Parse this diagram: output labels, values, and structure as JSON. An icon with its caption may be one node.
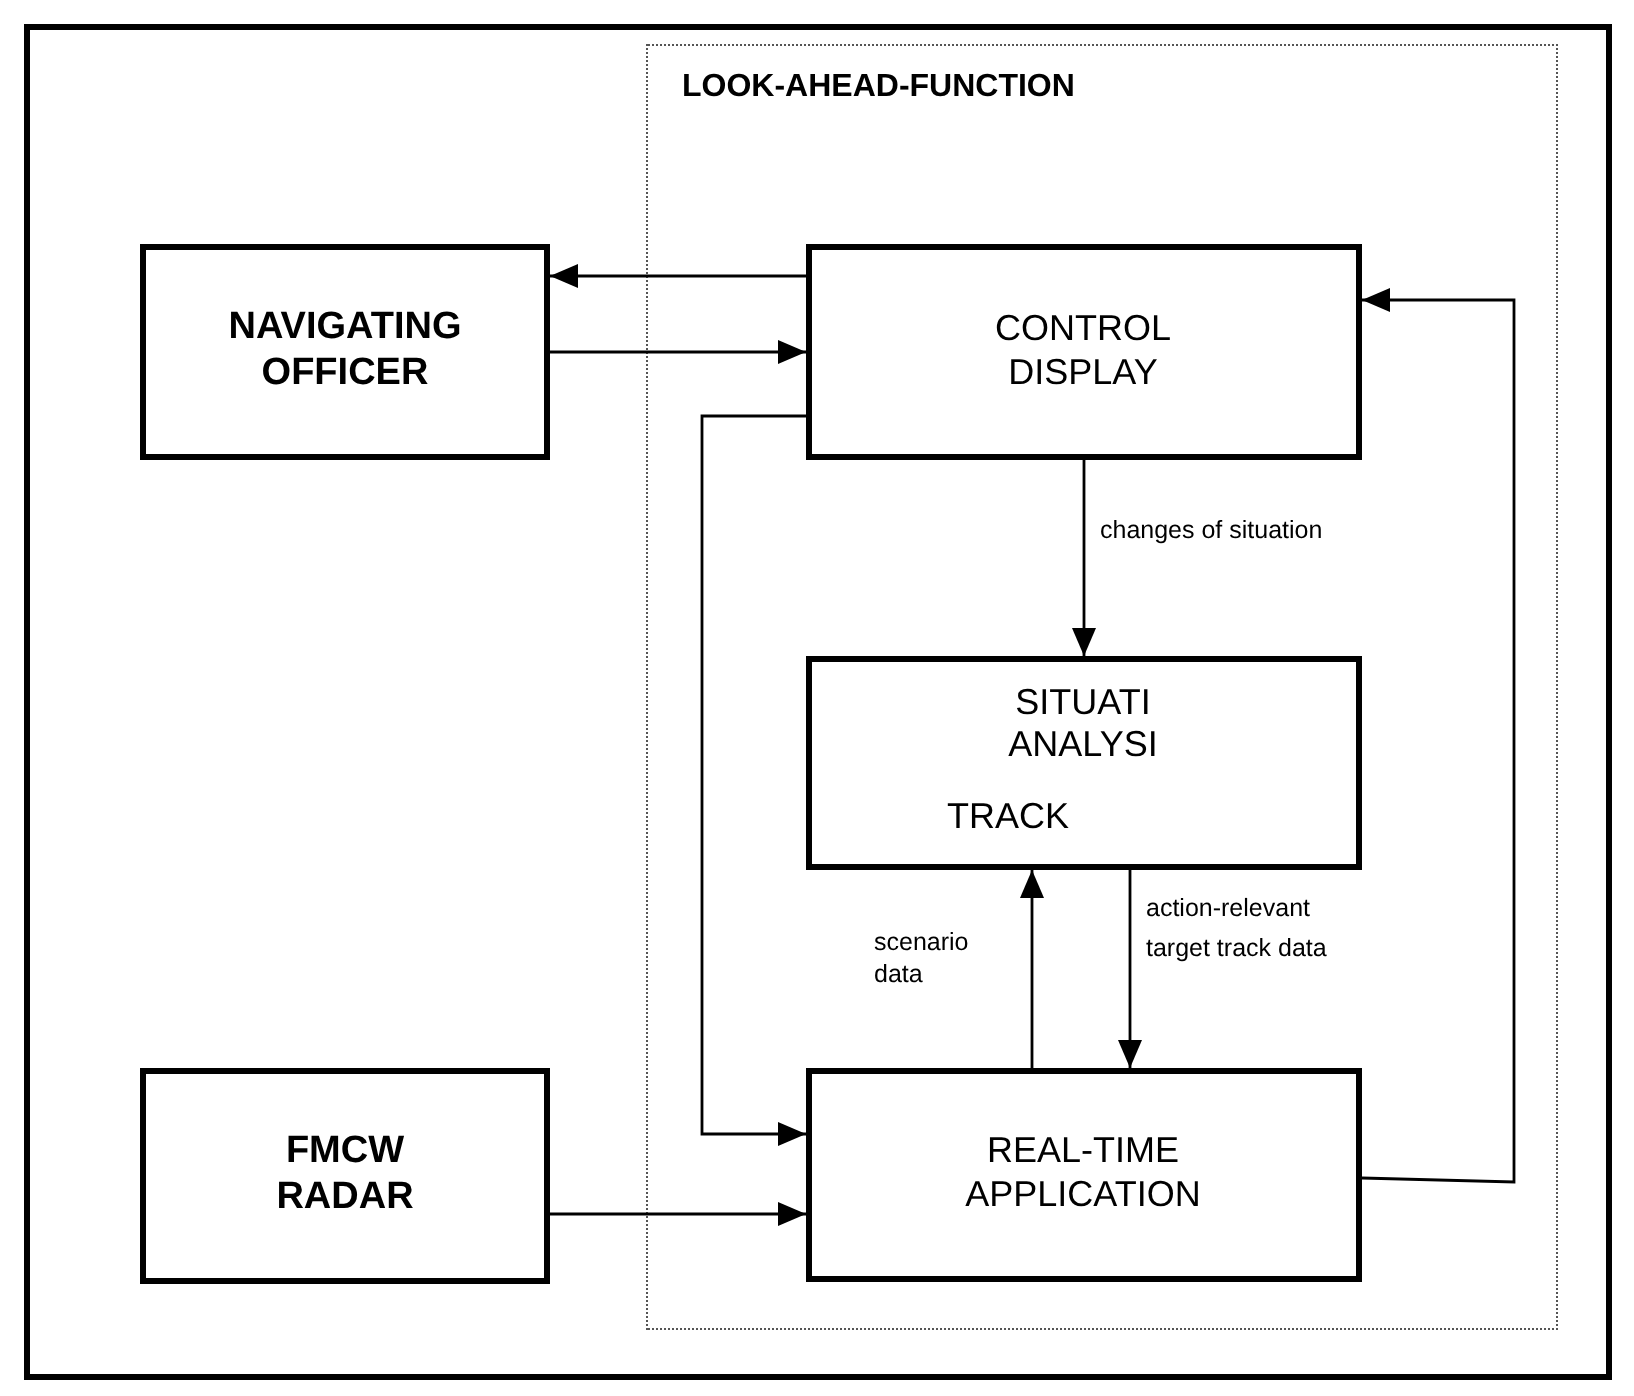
{
  "diagram": {
    "nodes": [
      {
        "text": [
          "LOOK-AHEAD-FUNCTION"
        ]
      },
      {
        "text": [
          "NAVIGATING OFFICER"
        ]
      },
      {
        "text": [
          "CONTROL DISPLAY"
        ],
        "in": 0
      },
      {
        "text": [
          "SITUATI ANALYSI",
          "TRACK"
        ],
        "in": 0
      },
      {
        "text": [
          "REAL-TIME APPLICATION"
        ],
        "in": 0
      },
      {
        "text": [
          "FMCW RADAR"
        ]
      }
    ],
    "edges": [
      {
        "from": 2,
        "to": 1,
        "arrow": "to"
      },
      {
        "from": 1,
        "to": 2,
        "arrow": "to"
      },
      {
        "from": 2,
        "to": 4,
        "arrow": "to"
      },
      {
        "from": 2,
        "to": 3,
        "arrow": "to",
        "label": "changes of situation"
      },
      {
        "from": 4,
        "to": 3,
        "arrow": "to",
        "label": "scenario data"
      },
      {
        "from": 3,
        "to": 4,
        "arrow": "to",
        "label": "action-relevant target track data"
      },
      {
        "from": 5,
        "to": 4,
        "arrow": "to"
      },
      {
        "from": 4,
        "to": 2,
        "arrow": "to"
      }
    ]
  }
}
